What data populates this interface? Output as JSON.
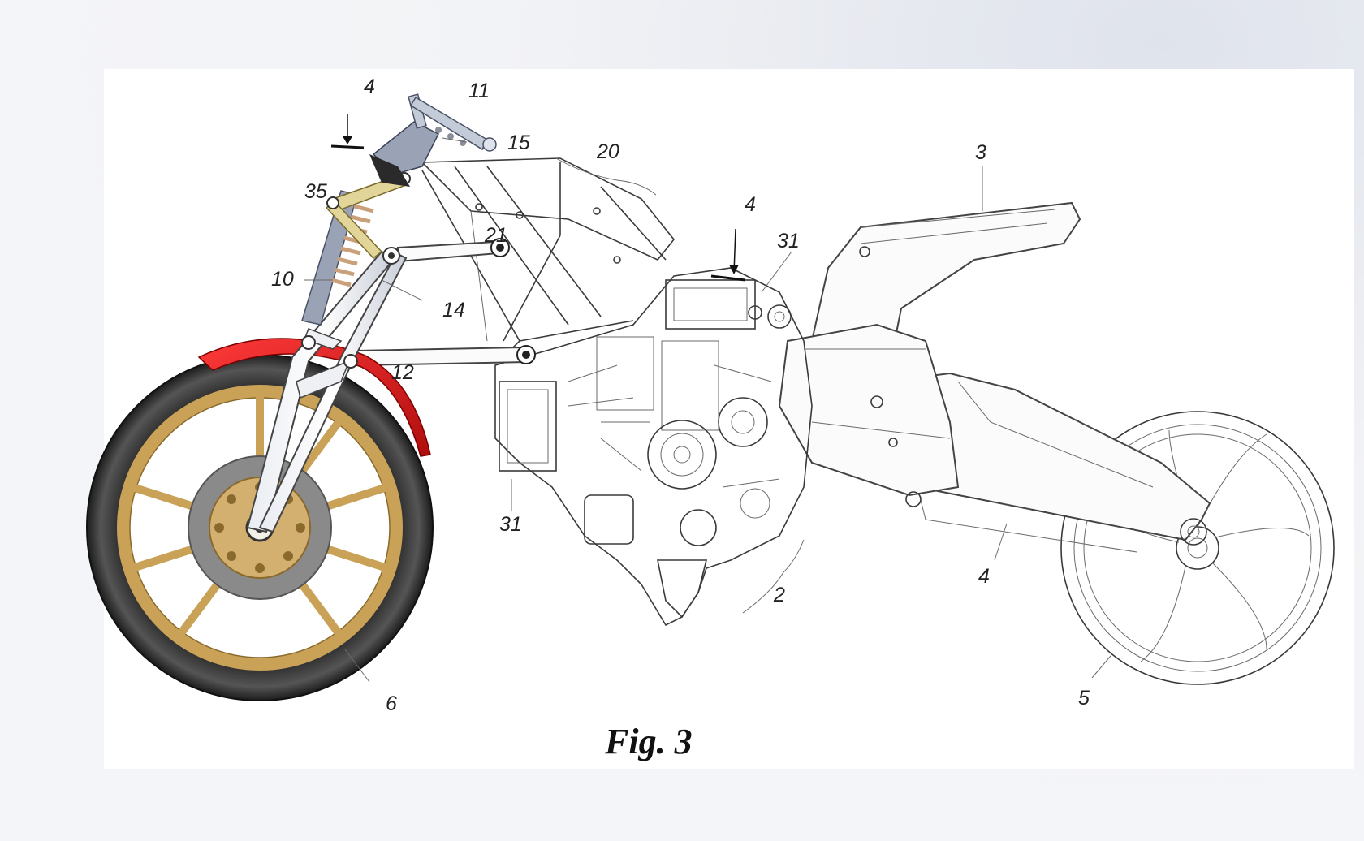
{
  "figure": {
    "caption": "Fig. 3",
    "callouts": [
      {
        "id": "c-4-top",
        "text": "4"
      },
      {
        "id": "c-11",
        "text": "11"
      },
      {
        "id": "c-15",
        "text": "15"
      },
      {
        "id": "c-20",
        "text": "20"
      },
      {
        "id": "c-35",
        "text": "35"
      },
      {
        "id": "c-21",
        "text": "21"
      },
      {
        "id": "c-10",
        "text": "10"
      },
      {
        "id": "c-14",
        "text": "14"
      },
      {
        "id": "c-12",
        "text": "12"
      },
      {
        "id": "c-4-mid",
        "text": "4"
      },
      {
        "id": "c-31-top",
        "text": "31"
      },
      {
        "id": "c-3",
        "text": "3"
      },
      {
        "id": "c-31-bottom",
        "text": "31"
      },
      {
        "id": "c-2",
        "text": "2"
      },
      {
        "id": "c-4-swingarm",
        "text": "4"
      },
      {
        "id": "c-5",
        "text": "5"
      },
      {
        "id": "c-6",
        "text": "6"
      }
    ]
  },
  "colors": {
    "fender": "#d81818",
    "wheel_rim": "#c9a258",
    "tire": "#3a3a3a",
    "brake_disc": "#8a8a8a",
    "spring": "#c9a07a",
    "link": "#e2d59a",
    "fork_tube": "#9aa3b5"
  }
}
